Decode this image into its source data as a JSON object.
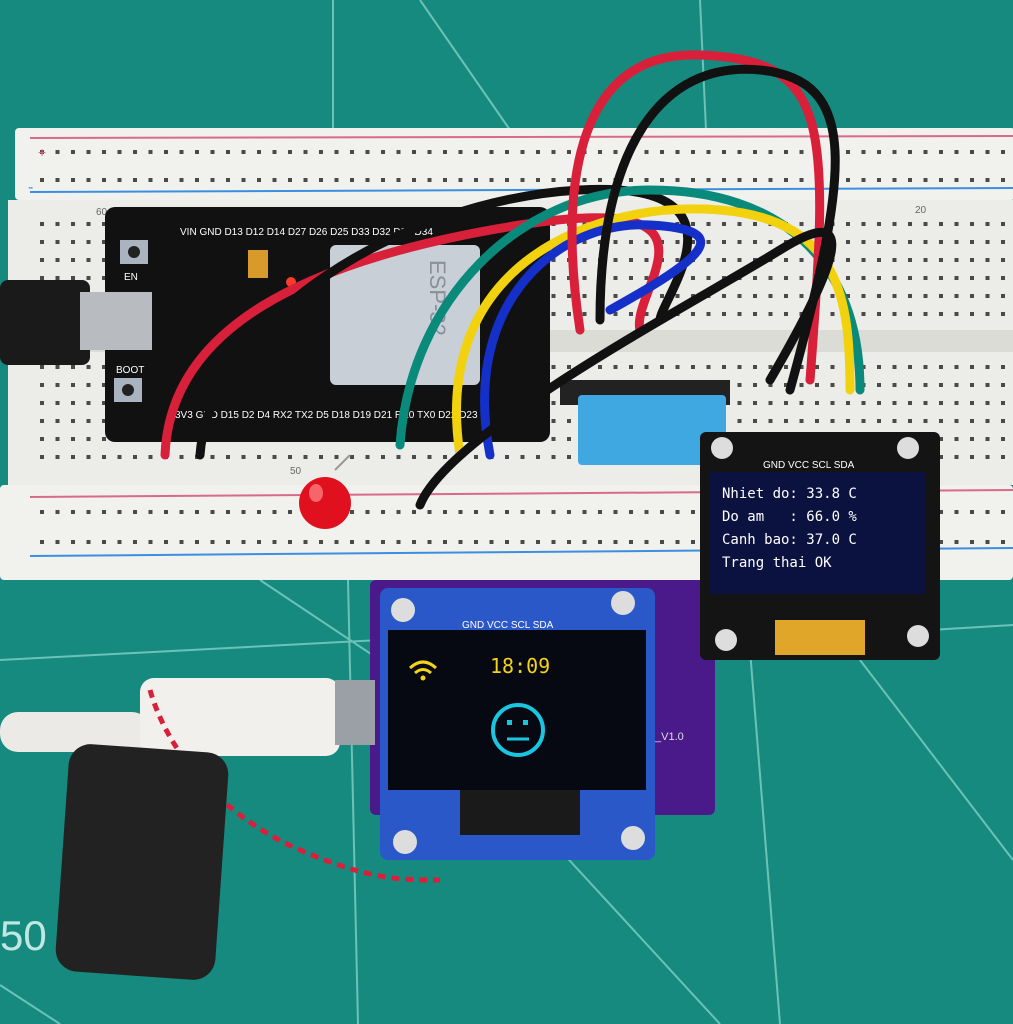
{
  "esp32": {
    "top_pins": "VIN GND D13 D12 D14 D27 D26 D25 D33 D32 D35 D34",
    "bottom_pins": "3V3 GND D15 D2 D4 RX2 TX2 D5 D18 D19 D21 RX0 TX0 D22 D23",
    "en_label": "EN",
    "boot_label": "BOOT",
    "module_label": "ESP-32"
  },
  "oled_right": {
    "pin_labels": "GND VCC SCL SDA",
    "lines": [
      "Nhiet do: 33.8 C",
      "Do am   : 66.0 %",
      "Canh bao: 37.0 C",
      "Trang thai OK"
    ]
  },
  "oled_left": {
    "pin_labels": "GND VCC SCL SDA",
    "time": "18:09",
    "board_label": "_V1.0"
  },
  "breadboard": {
    "row_60": "60",
    "row_50": "50",
    "row_20": "20",
    "plus": "+",
    "minus": "-"
  },
  "mat": {
    "ruler_label": "50"
  },
  "colors": {
    "mat": "#178a80",
    "oled_text": "#ffffff",
    "oled_yellow": "#f3d21a",
    "oled_cyan": "#19c6e0",
    "led_red": "#e0101e"
  }
}
